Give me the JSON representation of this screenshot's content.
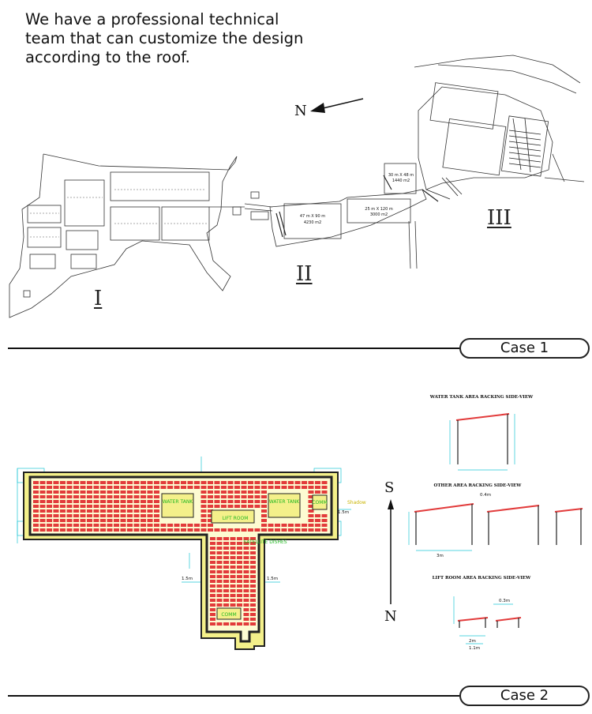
{
  "headline": {
    "line1": "We have a professional technical",
    "line2": "team that can customize the design",
    "line3": "according to the roof."
  },
  "case1": {
    "label": "Case 1",
    "north_label": "N",
    "areas": [
      "I",
      "II",
      "III"
    ],
    "building_labels": {
      "ii_main": "47 m X 90 m",
      "ii_main_area": "4230 m2",
      "ii_mid": "25 m X 120 m",
      "ii_mid_area": "3000 m2",
      "ii_small": "30 m X 48 m",
      "ii_small_area": "1440 m2"
    }
  },
  "case2": {
    "label": "Case 2",
    "compass_top": "S",
    "compass_bottom": "N",
    "plan_labels": {
      "water_tank_left": "WATER TANK",
      "water_tank_right": "WATER TANK",
      "lift_room": "LIFT ROOM",
      "satellite": "SATELLITE DISHES",
      "comm_right": "COMM",
      "comm_bottom": "COMM",
      "shadow": "Shadow",
      "dim_15m": "1.5m"
    },
    "side_views": {
      "water_tank_title": "WATER TANK AREA RACKING SIDE-VIEW",
      "other_title": "OTHER AREA RACKING SIDE-VIEW",
      "lift_title": "LIFT ROOM AREA RACKING SIDE-VIEW",
      "dim_3m": "3m",
      "dim_04m": "0.4m",
      "dim_03m": "0.3m",
      "dim_2m": "2m",
      "dim_1m": "1.1m"
    }
  },
  "colors": {
    "panel_red": "#e23b3b",
    "roof_yellow": "#f4f08a",
    "label_green": "#22b822",
    "dim_cyan": "#1fc6d6",
    "line": "#222222"
  }
}
